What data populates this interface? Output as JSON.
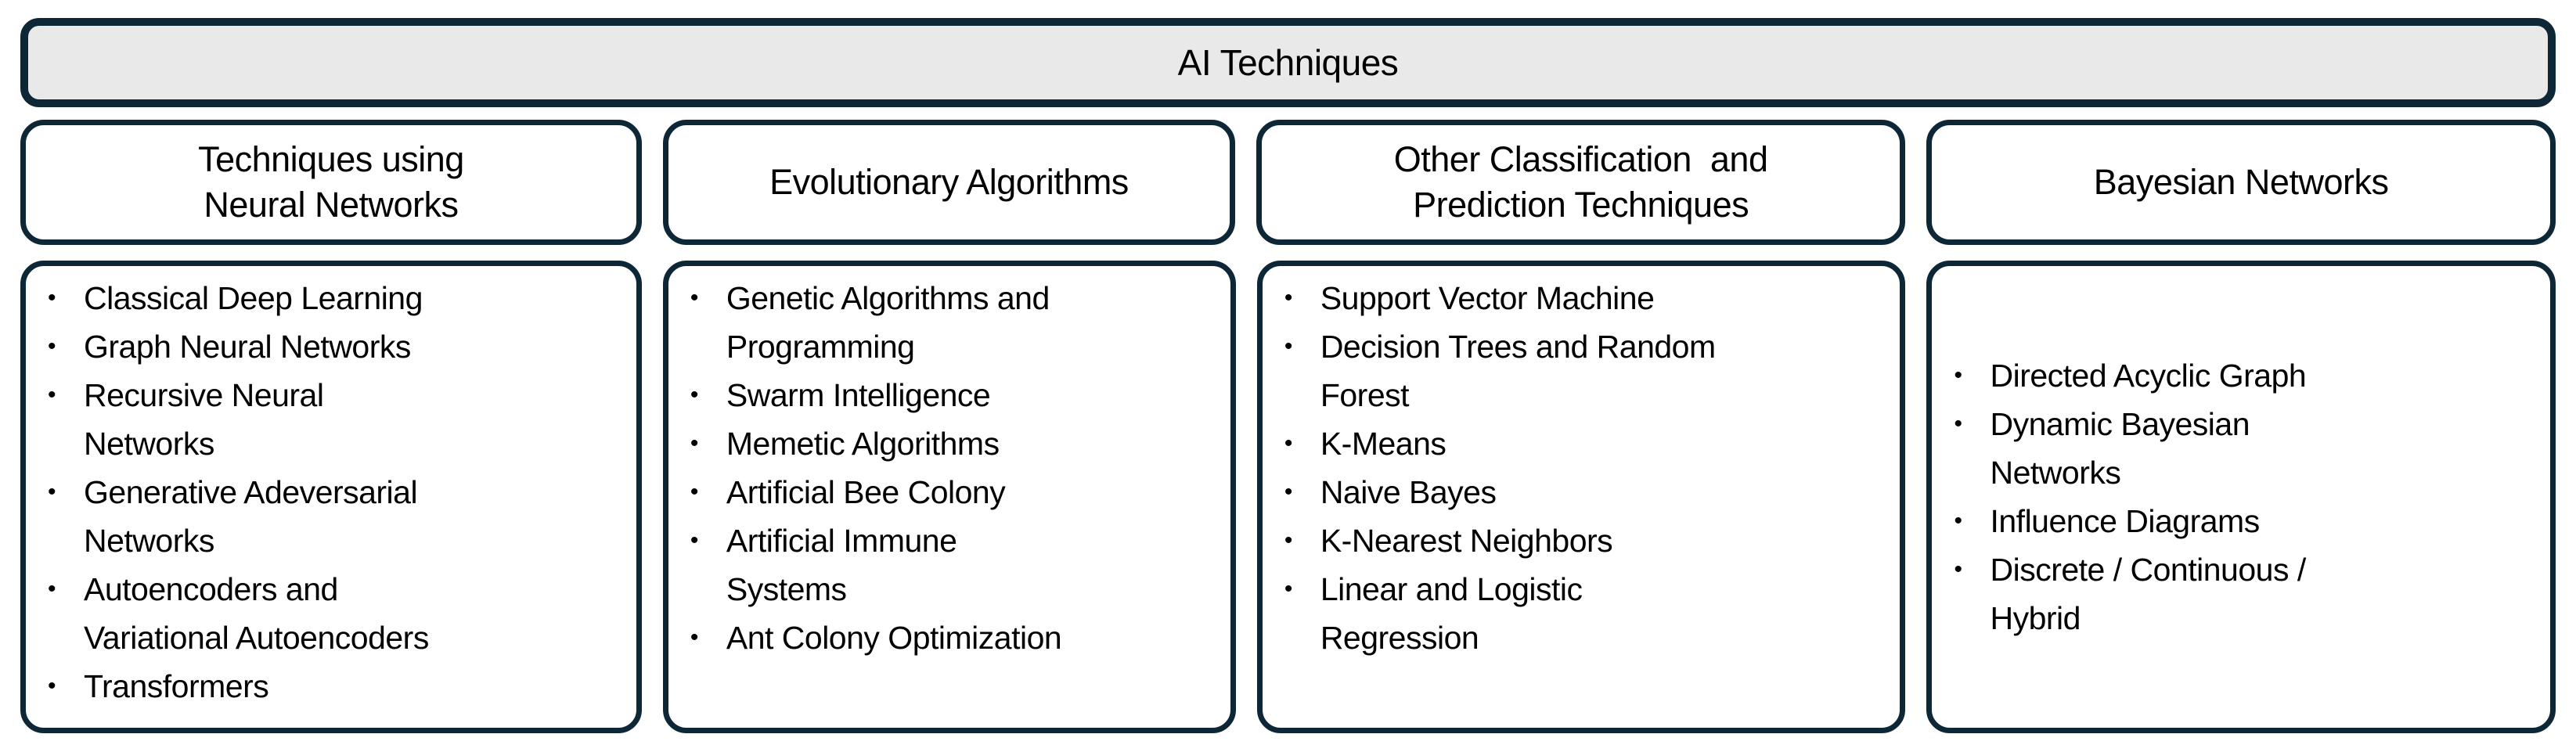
{
  "diagram": {
    "title": "AI Techniques",
    "colors": {
      "border": "#0d2737",
      "banner_fill": "#e9e9e9",
      "box_fill": "#ffffff",
      "text": "#000000"
    },
    "bullet_glyph": "•",
    "columns": [
      {
        "header": "Techniques using\nNeural Networks",
        "items": [
          "Classical Deep Learning",
          "Graph Neural Networks",
          "Recursive Neural\nNetworks",
          "Generative Adeversarial\nNetworks",
          "Autoencoders and\nVariational Autoencoders",
          "Transformers"
        ]
      },
      {
        "header": "Evolutionary Algorithms",
        "items": [
          "Genetic Algorithms and\nProgramming",
          "Swarm Intelligence",
          "Memetic Algorithms",
          "Artificial Bee Colony",
          "Artificial Immune\nSystems",
          "Ant Colony Optimization"
        ]
      },
      {
        "header": "Other Classification  and\nPrediction Techniques",
        "items": [
          "Support Vector Machine",
          "Decision Trees and Random\nForest",
          "K-Means",
          "Naive Bayes",
          "K-Nearest Neighbors",
          "Linear and Logistic\nRegression"
        ]
      },
      {
        "header": "Bayesian Networks",
        "items": [
          "Directed Acyclic Graph",
          "Dynamic Bayesian\nNetworks",
          "Influence Diagrams",
          "Discrete / Continuous /\nHybrid"
        ]
      }
    ]
  }
}
